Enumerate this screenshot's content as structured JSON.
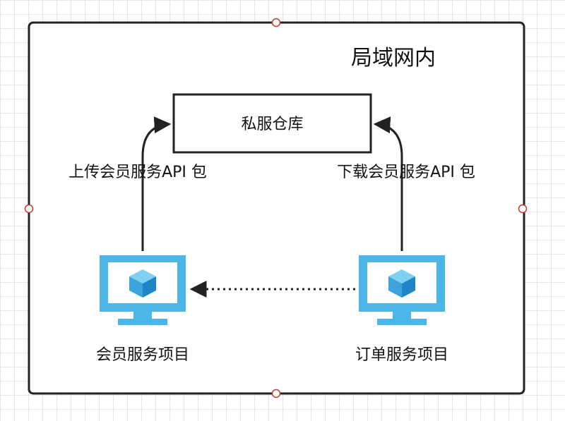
{
  "lan_group": {
    "label": "局域网内"
  },
  "repository": {
    "label": "私服仓库"
  },
  "upload_edge": {
    "label": "上传会员服务API 包"
  },
  "download_edge": {
    "label": "下载会员服务API 包"
  },
  "member_service": {
    "label": "会员服务项目",
    "icon": "monitor-box-icon"
  },
  "order_service": {
    "label": "订单服务项目",
    "icon": "monitor-box-icon"
  },
  "colors": {
    "monitor": "#4db6e8",
    "cube": "#3da3db",
    "handle": "#c0392b",
    "stroke": "#222222"
  }
}
